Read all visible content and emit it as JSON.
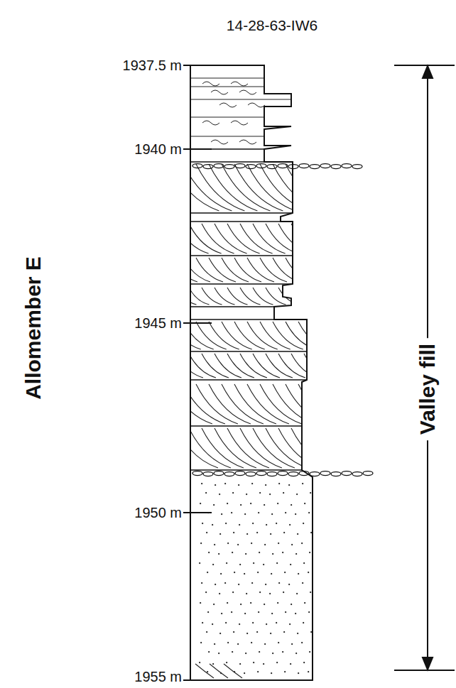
{
  "diagram": {
    "title": "14-28-63-IW6",
    "labels": [
      "1937.5 m",
      "1940 m",
      "1945 m",
      "1950 m",
      "1955 m",
      "Allomember E",
      "Valley fill"
    ]
  }
}
